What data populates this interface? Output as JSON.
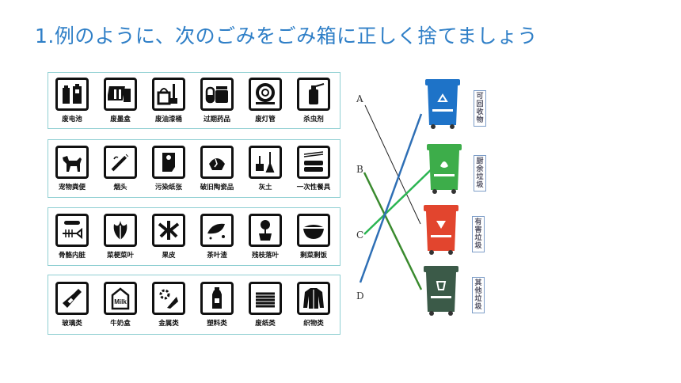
{
  "title": "1.例のように、次のごみをごみ箱に正しく捨てましょう",
  "groups": [
    {
      "letter": "A",
      "items": [
        {
          "label": "废电池",
          "icon": "battery-icon"
        },
        {
          "label": "废墨盒",
          "icon": "ink-cartridge-icon"
        },
        {
          "label": "废油漆桶",
          "icon": "paint-bucket-icon"
        },
        {
          "label": "过期药品",
          "icon": "medicine-icon"
        },
        {
          "label": "废灯管",
          "icon": "lamp-tube-icon"
        },
        {
          "label": "杀虫剂",
          "icon": "spray-can-icon"
        }
      ]
    },
    {
      "letter": "B",
      "items": [
        {
          "label": "宠物粪便",
          "icon": "dog-icon"
        },
        {
          "label": "烟头",
          "icon": "cigarette-icon"
        },
        {
          "label": "污染纸张",
          "icon": "tissue-roll-icon"
        },
        {
          "label": "破旧陶瓷品",
          "icon": "broken-ceramic-icon"
        },
        {
          "label": "灰土",
          "icon": "dustpan-broom-icon"
        },
        {
          "label": "一次性餐具",
          "icon": "disposable-tableware-icon"
        }
      ]
    },
    {
      "letter": "C",
      "items": [
        {
          "label": "骨骼内脏",
          "icon": "fish-bone-icon"
        },
        {
          "label": "菜梗菜叶",
          "icon": "vegetable-icon"
        },
        {
          "label": "果皮",
          "icon": "fruit-peel-icon"
        },
        {
          "label": "茶叶渣",
          "icon": "tea-leaves-icon"
        },
        {
          "label": "残枝落叶",
          "icon": "potted-plant-icon"
        },
        {
          "label": "剩菜剩饭",
          "icon": "rice-bowl-icon"
        }
      ]
    },
    {
      "letter": "D",
      "items": [
        {
          "label": "玻璃类",
          "icon": "glass-bottle-icon"
        },
        {
          "label": "牛奶盒",
          "icon": "milk-carton-icon"
        },
        {
          "label": "金属类",
          "icon": "metal-icon"
        },
        {
          "label": "塑料类",
          "icon": "plastic-bottle-icon"
        },
        {
          "label": "废纸类",
          "icon": "paper-stack-icon"
        },
        {
          "label": "织物类",
          "icon": "clothing-icon"
        }
      ]
    }
  ],
  "bins": [
    {
      "name": "可回收物",
      "color": "#1e73c8",
      "bin_label": "可回收物"
    },
    {
      "name": "厨余垃圾",
      "color": "#3dad4a",
      "bin_label": "厨余垃圾"
    },
    {
      "name": "有害垃圾",
      "color": "#e2452e",
      "bin_label": "有害垃圾"
    },
    {
      "name": "其他垃圾",
      "color": "#3b5a48",
      "bin_label": "其他垃圾"
    }
  ],
  "connections": [
    {
      "from": "A",
      "to": "有害垃圾",
      "color": "#222222"
    },
    {
      "from": "B",
      "to": "其他垃圾",
      "color": "#3a8a2e"
    },
    {
      "from": "C",
      "to": "厨余垃圾",
      "color": "#2bb552"
    },
    {
      "from": "D",
      "to": "可回收物",
      "color": "#2e6fb5"
    }
  ]
}
